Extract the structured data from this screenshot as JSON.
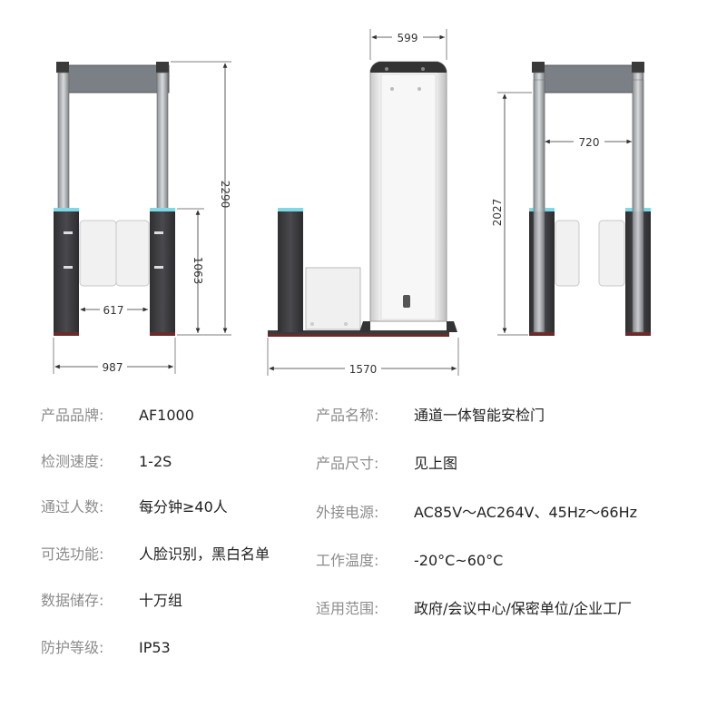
{
  "dimensions": {
    "front_total_width": "987",
    "front_inner_width": "617",
    "front_total_height": "2290",
    "front_cabinet_height": "1063",
    "side_top_width": "599",
    "side_total_depth": "1570",
    "back_inner_width": "720",
    "back_height": "2027"
  },
  "specs_left": [
    {
      "label": "产品品牌:",
      "value": "AF1000"
    },
    {
      "label": "检测速度:",
      "value": "1-2S"
    },
    {
      "label": "通过人数:",
      "value": "每分钟≥40人"
    },
    {
      "label": "可选功能:",
      "value": "人脸识别，黑白名单"
    },
    {
      "label": "数据储存:",
      "value": "十万组"
    },
    {
      "label": "防护等级:",
      "value": "IP53"
    }
  ],
  "specs_right": [
    {
      "label": "产品名称:",
      "value": "通道一体智能安检门"
    },
    {
      "label": "产品尺寸:",
      "value": "见上图"
    },
    {
      "label": "外接电源:",
      "value": "AC85V～AC264V、45Hz～66Hz"
    },
    {
      "label": "工作温度:",
      "value": "-20°C~60°C"
    },
    {
      "label": "适用范围:",
      "value": "政府/会议中心/保密单位/企业工厂"
    }
  ],
  "colors": {
    "label_gray": "#8c8c8c",
    "value_dark": "#222222",
    "cabinet_dark": "#3d3d40",
    "panel_gray": "#7b8087",
    "light_strip": "#7fd8e6"
  }
}
